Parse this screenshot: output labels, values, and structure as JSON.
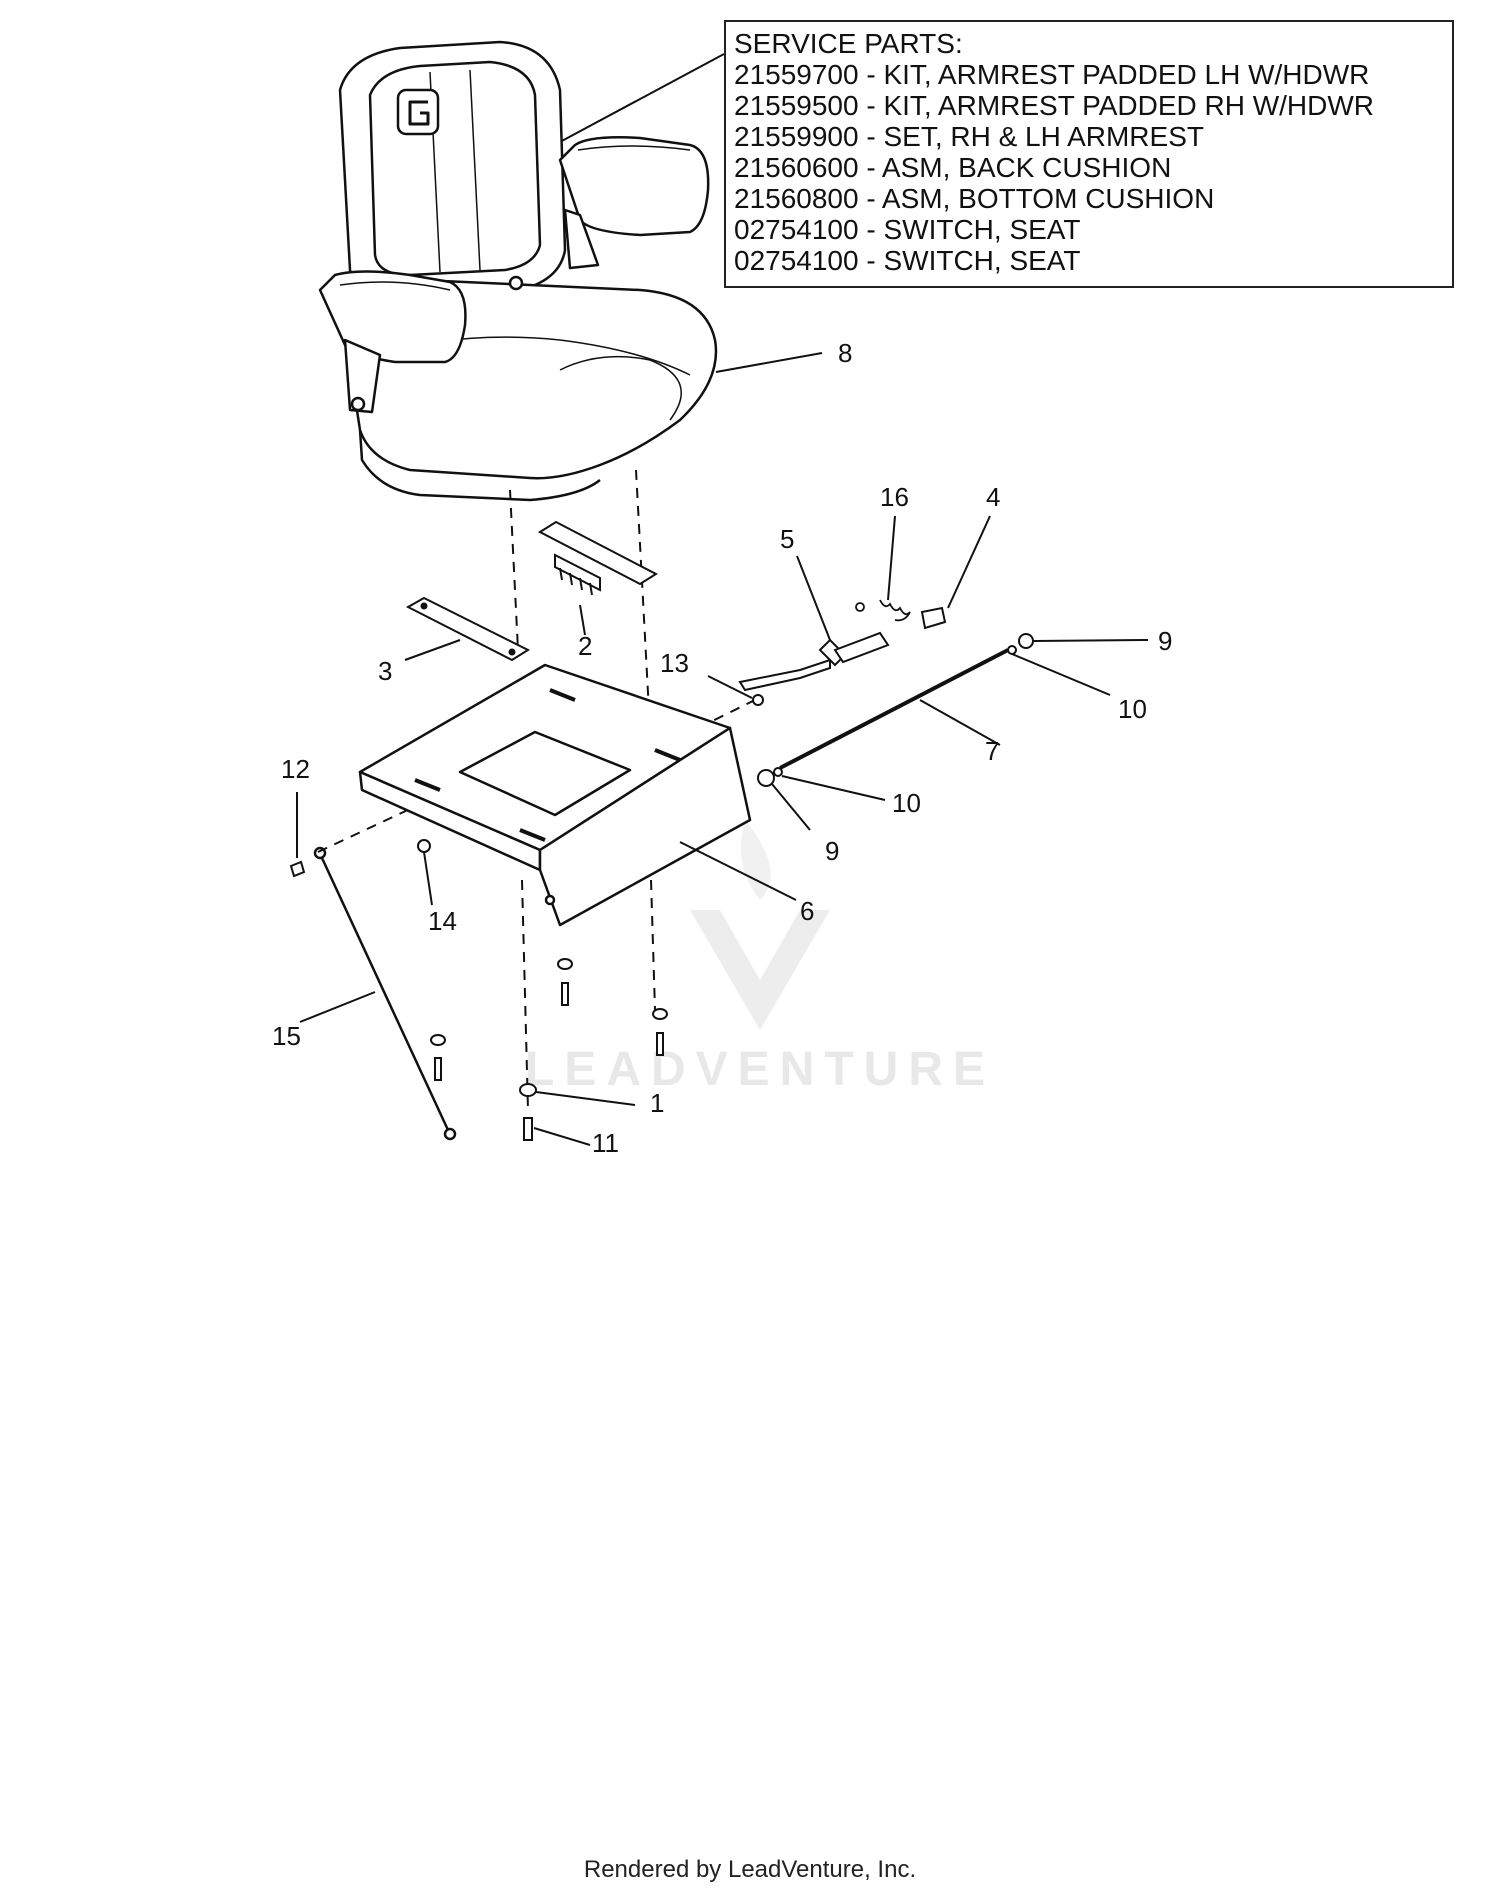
{
  "service_parts": {
    "heading": "SERVICE PARTS:",
    "items": [
      "21559700 - KIT, ARMREST PADDED LH W/HDWR",
      "21559500 - KIT, ARMREST PADDED RH W/HDWR",
      "21559900 - SET, RH & LH ARMREST",
      "21560600 - ASM, BACK CUSHION",
      "21560800 - ASM, BOTTOM CUSHION",
      "02754100 - SWITCH, SEAT",
      "02754100 - SWITCH, SEAT"
    ]
  },
  "callouts": [
    "1",
    "2",
    "3",
    "4",
    "5",
    "6",
    "7",
    "8",
    "9",
    "9",
    "10",
    "10",
    "11",
    "12",
    "13",
    "14",
    "15",
    "16"
  ],
  "watermark": "LEADVENTURE",
  "footer": "Rendered by LeadVenture, Inc."
}
